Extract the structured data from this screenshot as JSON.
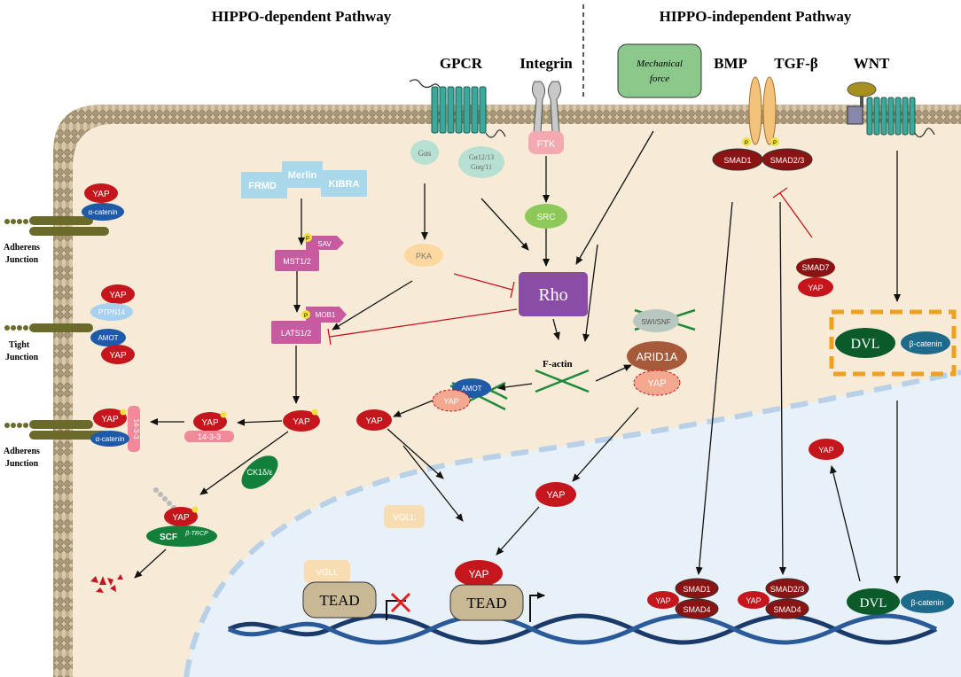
{
  "titles": {
    "left": "HIPPO-dependent Pathway",
    "right": "HIPPO-independent Pathway"
  },
  "receptors": {
    "gpcr": "GPCR",
    "integrin": "Integrin",
    "bmp": "BMP",
    "tgfb": "TGF-β",
    "wnt": "WNT",
    "mech1": "Mechanical",
    "mech2": "force"
  },
  "labels": {
    "gas": "Gαs",
    "gq1": "Gα12/13",
    "gq2": "Gαq/11",
    "ftk": "FTK",
    "src": "SRC",
    "pka": "PKA",
    "rho": "Rho",
    "factin": "F-actin",
    "frmd": "FRMD",
    "merlin": "Merlin",
    "kibra": "KIBRA",
    "mst": "MST1/2",
    "sav": "SAV",
    "lats": "LATS1/2",
    "mob": "MOB1",
    "yap": "YAP",
    "catenin_a": "α-catenin",
    "ptpn": "PTPN14",
    "amot": "AMOT",
    "p1433": "14-3-3",
    "adherens1": "Adherens",
    "junction": "Junction",
    "tight": "Tight",
    "ck1": "CK1δ/ε",
    "scf": "SCF",
    "scf_sup": "β-TRCP",
    "vgll": "VGLL",
    "tead": "TEAD",
    "swi": "SWI/SNF",
    "arid": "ARID1A",
    "smad1": "SMAD1",
    "smad23": "SMAD2/3",
    "smad7": "SMAD7",
    "smad4": "SMAD4",
    "p": "P",
    "dvl": "DVL",
    "bcat": "β-catenin"
  }
}
